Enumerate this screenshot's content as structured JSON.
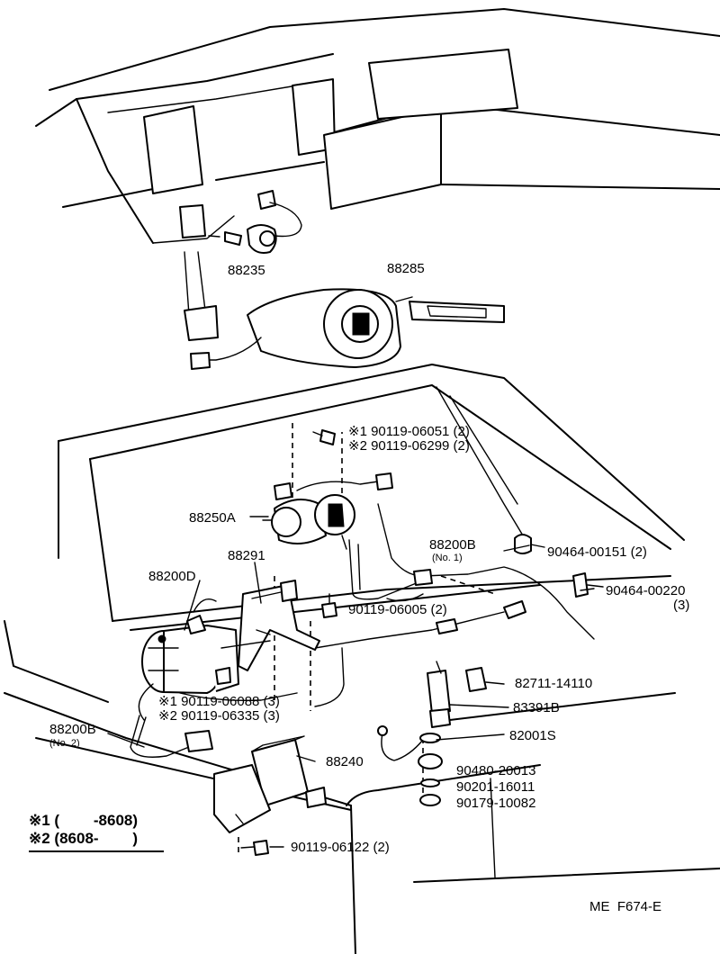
{
  "labels": {
    "p88235": "88235",
    "p88285": "88285",
    "bolt_06051": "※1 90119-06051 (2)",
    "bolt_06299": "※2 90119-06299 (2)",
    "p88250A": "88250A",
    "p88200B_no1": "88200B",
    "p88200B_no1_sub": "(No. 1)",
    "clip_00151": "90464-00151 (2)",
    "clip_00220": "90464-00220",
    "clip_00220_qty": "(3)",
    "p88291": "88291",
    "p88200D": "88200D",
    "bolt_06005": "90119-06005 (2)",
    "p82711": "82711-14110",
    "p83391B": "83391B",
    "bolt_06088": "※1 90119-06088 (3)",
    "bolt_06335": "※2 90119-06335 (3)",
    "p82001S": "82001S",
    "p88200B_no2": "88200B",
    "p88200B_no2_sub": "(No. 2)",
    "p88240": "88240",
    "p90480": "90480-20013",
    "p90201": "90201-16011",
    "p90179": "90179-10082",
    "bolt_06122": "90119-06122 (2)"
  },
  "legend": {
    "note1": "※1 (        -8608)",
    "note2": "※2 (8608-        )"
  },
  "footer": {
    "code": "ME  F674-E"
  }
}
